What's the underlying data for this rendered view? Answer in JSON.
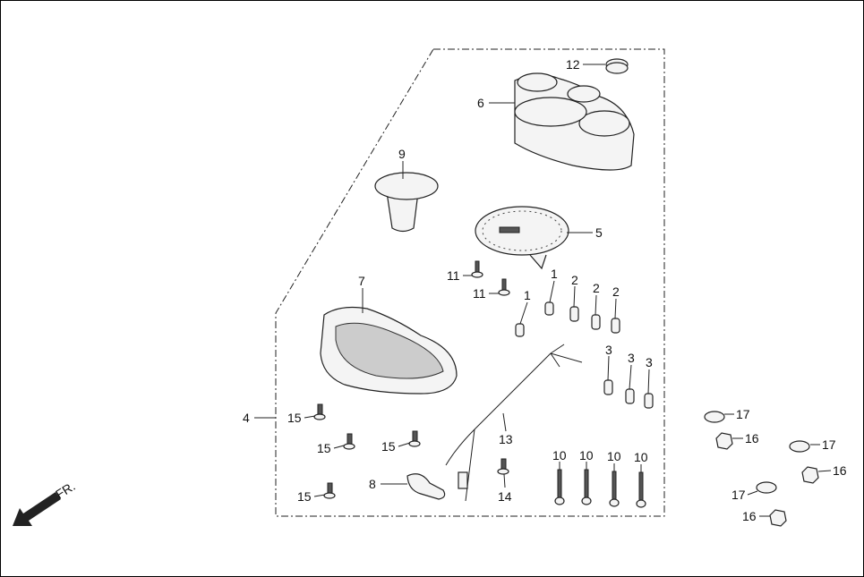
{
  "diagram": {
    "direction_label": "FR.",
    "callouts": {
      "c12": "12",
      "c6": "6",
      "c9": "9",
      "c5": "5",
      "c11a": "11",
      "c11b": "11",
      "c7": "7",
      "c1a": "1",
      "c1b": "1",
      "c2a": "2",
      "c2b": "2",
      "c2c": "2",
      "c3a": "3",
      "c3b": "3",
      "c3c": "3",
      "c4": "4",
      "c15a": "15",
      "c15b": "15",
      "c15c": "15",
      "c15d": "15",
      "c13": "13",
      "c10a": "10",
      "c10b": "10",
      "c10c": "10",
      "c10d": "10",
      "c8": "8",
      "c14": "14",
      "c17a": "17",
      "c16a": "16",
      "c17b": "17",
      "c16b": "16",
      "c17c": "17",
      "c16c": "16"
    }
  }
}
